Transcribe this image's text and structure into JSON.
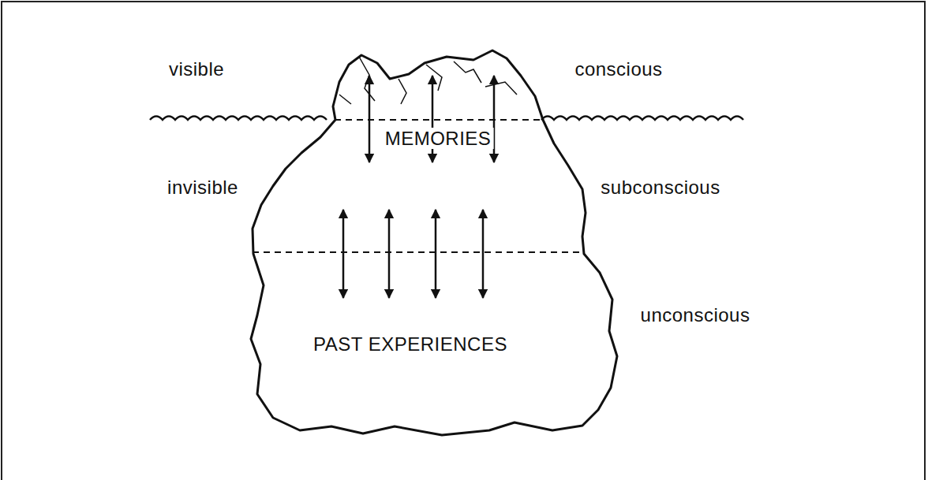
{
  "diagram": {
    "nodes": [
      {
        "text": [
          "MEMORIES",
          "PAST EXPERIENCES"
        ]
      }
    ],
    "labels": [
      "visible",
      "conscious",
      "invisible",
      "subconscious",
      "unconscious"
    ]
  }
}
